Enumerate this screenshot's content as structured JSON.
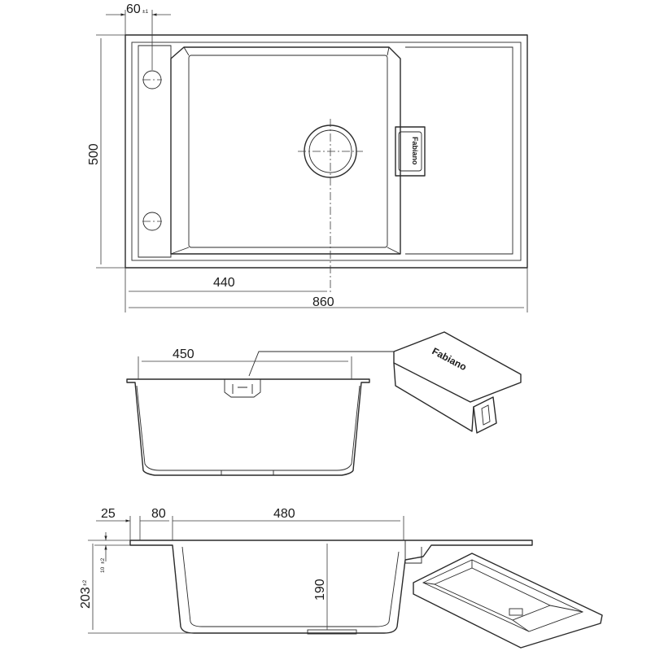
{
  "dimensions": {
    "top_tap_offset": "60",
    "top_tap_offset_tolerance": "±1",
    "top_height": "500",
    "top_bowl_center": "440",
    "top_total_width": "860",
    "front_bowl_width": "450",
    "side_rim": "25",
    "side_offset": "80",
    "side_bowl_length": "480",
    "side_total_height": "203",
    "side_total_height_tolerance": "±2",
    "side_rim_thickness": "10",
    "side_rim_thickness_tolerance": "±2",
    "side_bowl_depth": "190"
  },
  "brand": {
    "logo_text": "Fabiano"
  },
  "icons": {
    "tap_hole": "circle-outline",
    "drain": "double-ring"
  }
}
